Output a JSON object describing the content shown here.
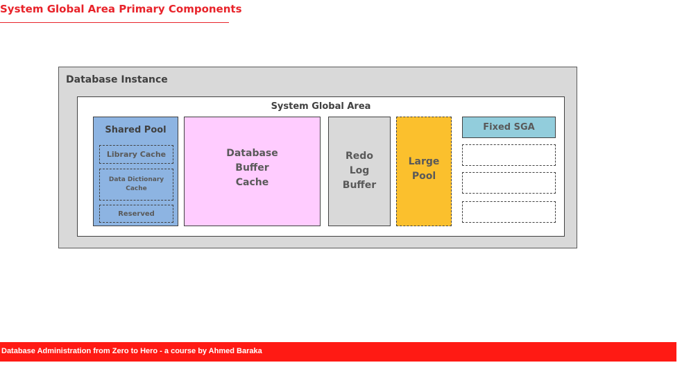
{
  "page": {
    "title": "System Global Area Primary Components"
  },
  "diagram": {
    "instance_label": "Database Instance",
    "sga_label": "System Global Area",
    "shared_pool": {
      "label": "Shared Pool",
      "library_cache": "Library Cache",
      "data_dictionary_cache_line1": "Data Dictionary",
      "data_dictionary_cache_line2": "Cache",
      "reserved": "Reserved"
    },
    "buffer_cache": {
      "line1": "Database",
      "line2": "Buffer",
      "line3": "Cache"
    },
    "redo_log_buffer": {
      "line1": "Redo",
      "line2": "Log",
      "line3": "Buffer"
    },
    "large_pool": {
      "line1": "Large",
      "line2": "Pool"
    },
    "fixed_sga": "Fixed SGA",
    "colors": {
      "shared_pool": "#8db4e2",
      "buffer_cache": "#ffccff",
      "redo_log_buffer": "#d9d9d9",
      "large_pool": "#fbc02d",
      "fixed_sga": "#92cddc",
      "accent": "#e8232a"
    }
  },
  "footer": {
    "text": "Database Administration from Zero to Hero -  a course by Ahmed Baraka"
  }
}
